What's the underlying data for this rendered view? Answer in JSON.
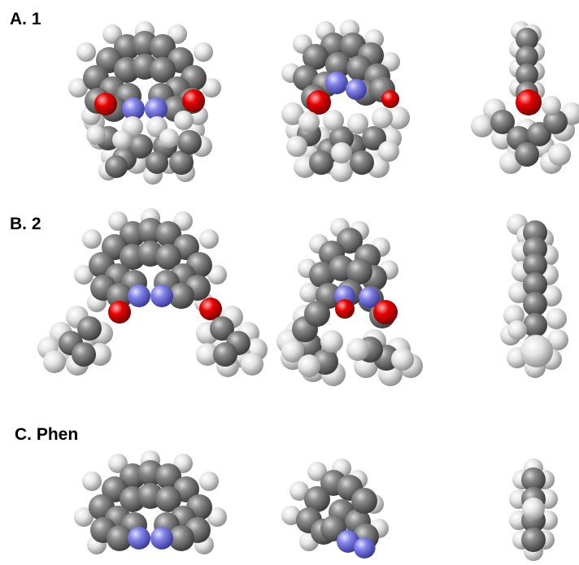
{
  "panels": [
    {
      "label": "A. 1"
    },
    {
      "label": "B. 2"
    },
    {
      "label": "C. Phen"
    }
  ],
  "colors": {
    "carbon": "#6e6e6e",
    "carbon_highlight": "#bdbdbd",
    "hydrogen": "#e8e8e8",
    "hydrogen_highlight": "#ffffff",
    "nitrogen": "#7b7be0",
    "nitrogen_highlight": "#c8c8ff",
    "oxygen": "#e00000",
    "oxygen_highlight": "#ff9a9a"
  },
  "atom_types": [
    "carbon",
    "hydrogen",
    "nitrogen",
    "oxygen"
  ]
}
